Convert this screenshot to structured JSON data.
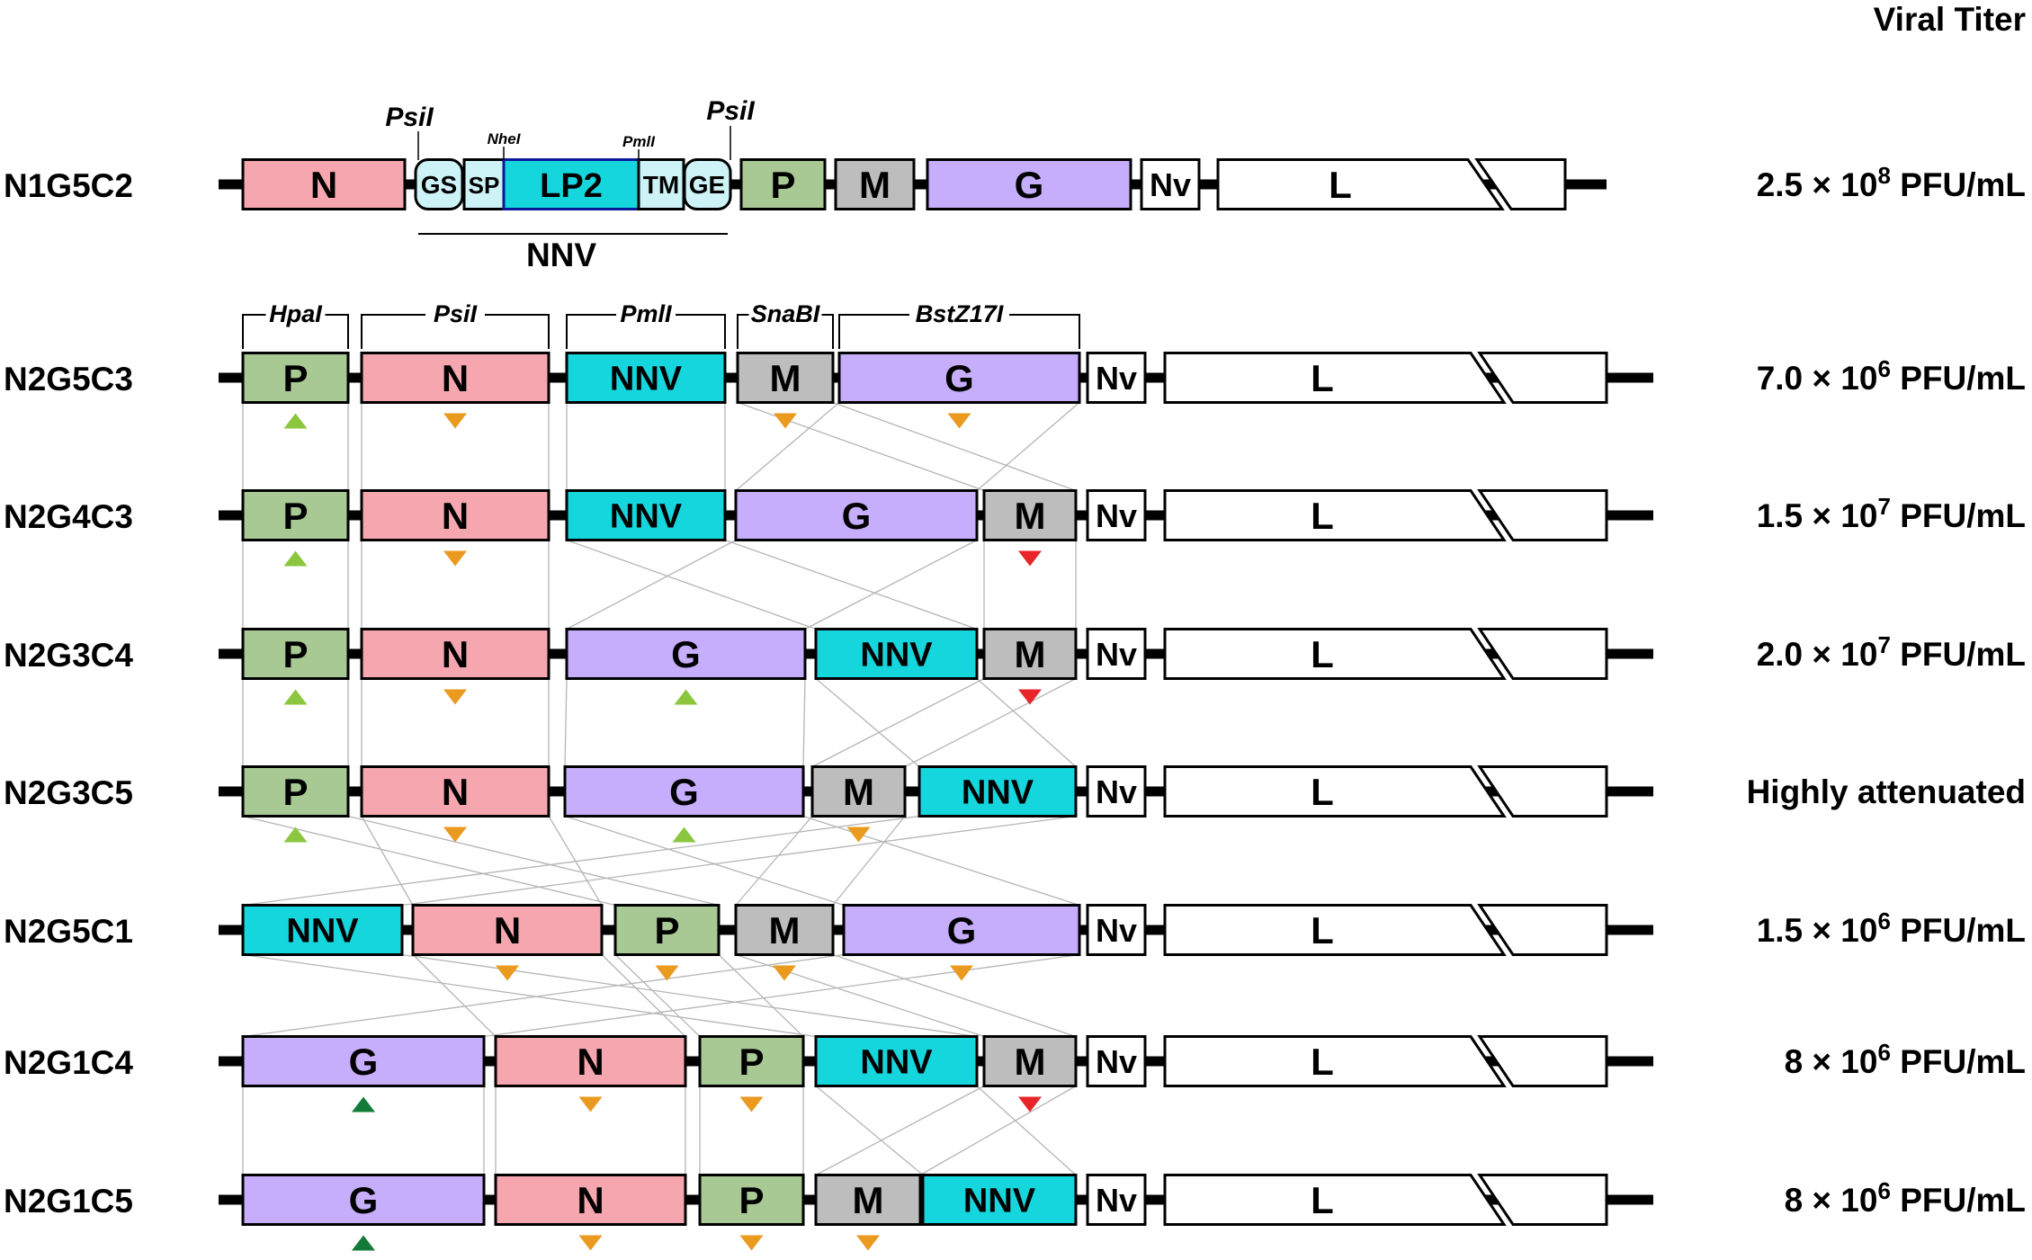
{
  "header": {
    "viral_titer_label": "Viral Titer"
  },
  "colors": {
    "N": "#f6a6ae",
    "P": "#a8c894",
    "M": "#bdbdbd",
    "G": "#c7aefc",
    "NNV": "#16d6dd",
    "NNV_light": "#cdf3f6",
    "Nv": "#ffffff",
    "L": "#ffffff",
    "up_light": "#8cc63f",
    "up_dark": "#137a3a",
    "down_orange": "#e99a1f",
    "down_red": "#e8262a"
  },
  "top_construct": {
    "name": "N1G5C2",
    "titer": {
      "base": "2.5 × 10",
      "exp": "8",
      "unit": " PFU/mL"
    },
    "sites": [
      "PsiI",
      "NheI",
      "PmlI",
      "PsiI"
    ],
    "genes": [
      "N",
      "GS",
      "SP",
      "LP2",
      "TM",
      "GE",
      "P",
      "M",
      "G",
      "Nv",
      "L"
    ],
    "nnv_label": "NNV"
  },
  "sites_row": [
    "HpaI",
    "PsiI",
    "PmlI",
    "SnaBI",
    "BstZ17I"
  ],
  "constructs": [
    {
      "name": "N2G5C3",
      "genes": [
        "P",
        "N",
        "NNV",
        "M",
        "G"
      ],
      "titer": {
        "base": "7.0 × 10",
        "exp": "6",
        "unit": " PFU/mL"
      },
      "markers": [
        "up_light",
        "down_orange",
        null,
        "down_orange",
        "down_orange"
      ]
    },
    {
      "name": "N2G4C3",
      "genes": [
        "P",
        "N",
        "NNV",
        "G",
        "M"
      ],
      "titer": {
        "base": "1.5 × 10",
        "exp": "7",
        "unit": " PFU/mL"
      },
      "markers": [
        "up_light",
        "down_orange",
        null,
        null,
        "down_red"
      ]
    },
    {
      "name": "N2G3C4",
      "genes": [
        "P",
        "N",
        "G",
        "NNV",
        "M"
      ],
      "titer": {
        "base": "2.0 × 10",
        "exp": "7",
        "unit": " PFU/mL"
      },
      "markers": [
        "up_light",
        "down_orange",
        "up_light",
        null,
        "down_red"
      ]
    },
    {
      "name": "N2G3C5",
      "genes": [
        "P",
        "N",
        "G",
        "M",
        "NNV"
      ],
      "titer": {
        "base": "Highly attenuated",
        "exp": "",
        "unit": ""
      },
      "markers": [
        "up_light",
        "down_orange",
        "up_light",
        "down_orange",
        null
      ]
    },
    {
      "name": "N2G5C1",
      "genes": [
        "NNV",
        "N",
        "P",
        "M",
        "G"
      ],
      "titer": {
        "base": "1.5 × 10",
        "exp": "6",
        "unit": " PFU/mL"
      },
      "markers": [
        null,
        "down_orange",
        "down_orange",
        "down_orange",
        "down_orange"
      ]
    },
    {
      "name": "N2G1C4",
      "genes": [
        "G",
        "N",
        "P",
        "NNV",
        "M"
      ],
      "titer": {
        "base": "8 × 10",
        "exp": "6",
        "unit": " PFU/mL"
      },
      "markers": [
        "up_dark",
        "down_orange",
        "down_orange",
        null,
        "down_red"
      ]
    },
    {
      "name": "N2G1C5",
      "genes": [
        "G",
        "N",
        "P",
        "M",
        "NNV"
      ],
      "titer": {
        "base": "8 × 10",
        "exp": "6",
        "unit": " PFU/mL"
      },
      "markers": [
        "up_dark",
        "down_orange",
        "down_orange",
        "down_orange",
        null
      ]
    }
  ],
  "common_tail": [
    "Nv",
    "L"
  ]
}
